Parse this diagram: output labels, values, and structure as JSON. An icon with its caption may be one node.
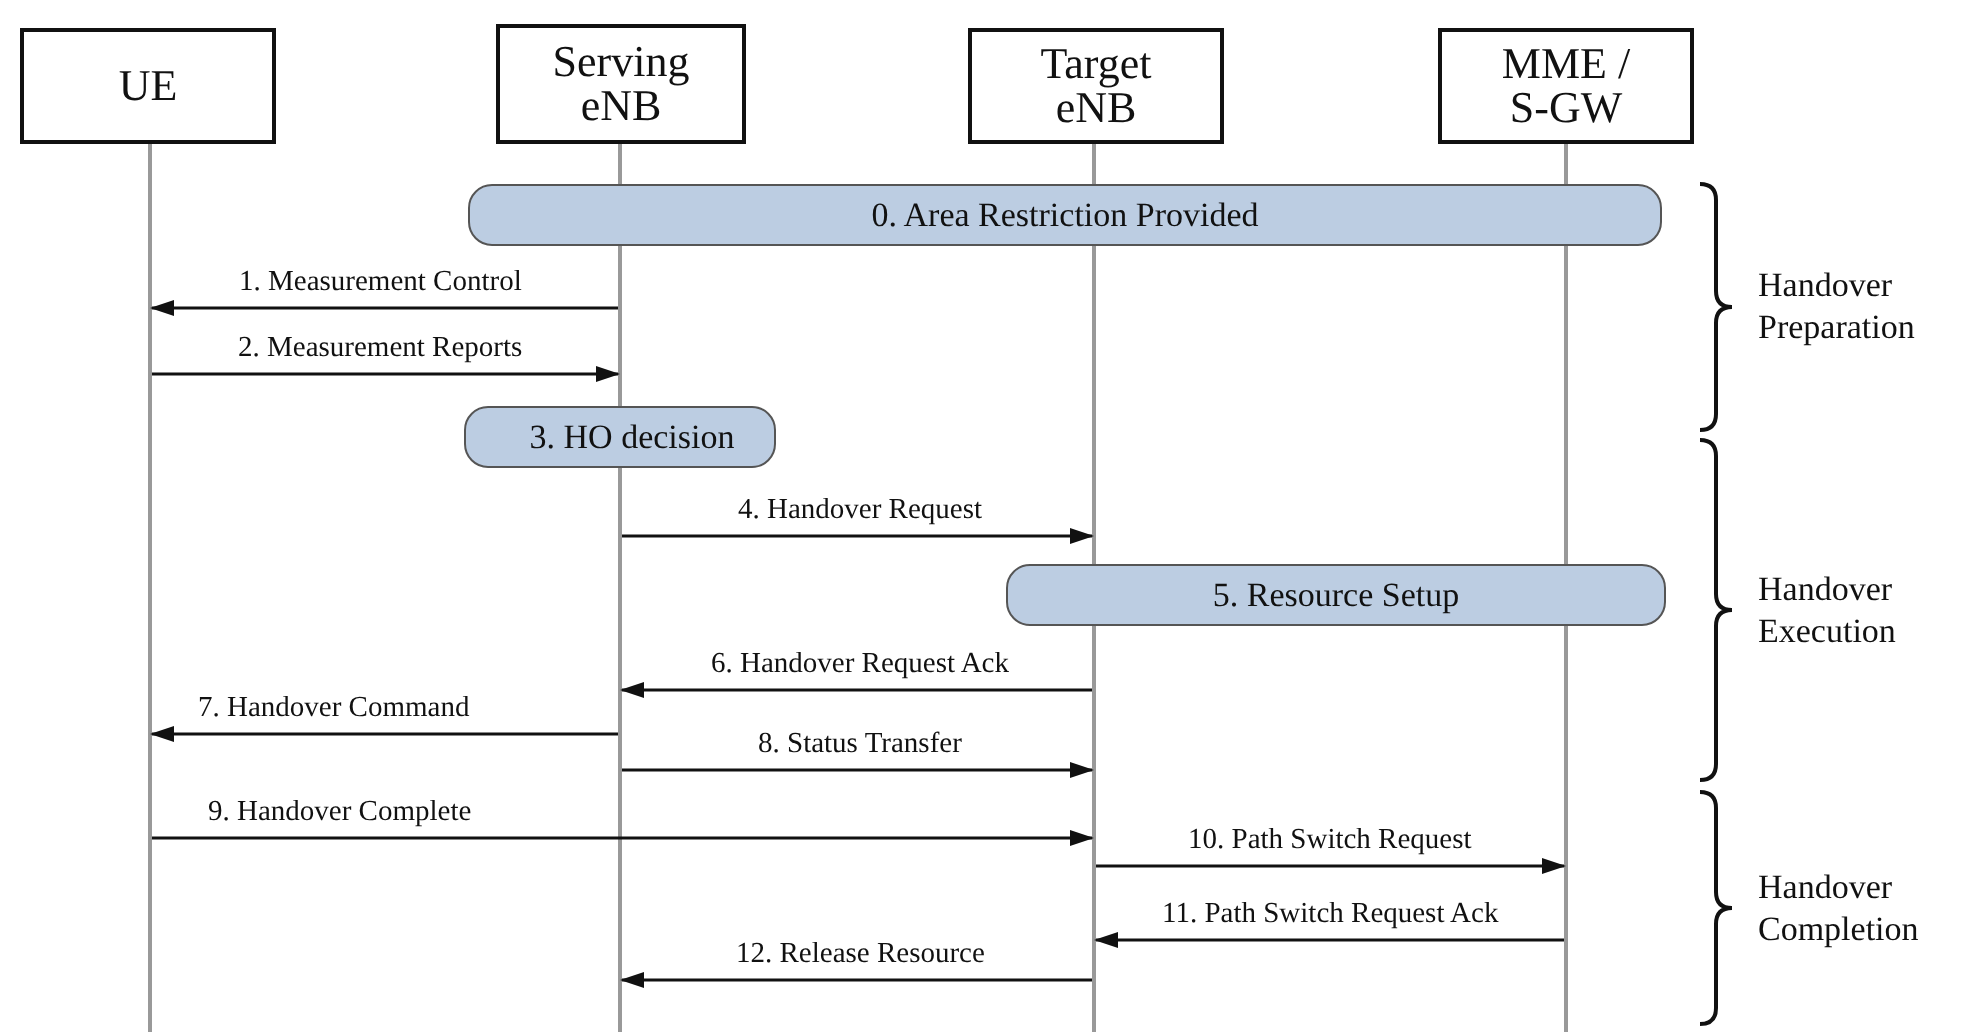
{
  "diagram": {
    "nodes": [
      {
        "text": [
          "UE"
        ]
      },
      {
        "text": [
          "Serving eNB"
        ]
      },
      {
        "text": [
          "Target eNB"
        ]
      },
      {
        "text": [
          "MME / S-GW"
        ]
      },
      {
        "text": [],
        "shape": "line"
      },
      {
        "text": [],
        "shape": "line"
      },
      {
        "text": [],
        "shape": "line"
      },
      {
        "text": [],
        "shape": "line"
      },
      {
        "text": [
          "0. Area Restriction Provided"
        ]
      },
      {
        "text": [
          "3. HO decision"
        ]
      },
      {
        "text": [
          "5. Resource Setup"
        ]
      }
    ],
    "edges": [
      {
        "from": 5,
        "to": 4,
        "arrow": "to",
        "label": "1. Measurement Control"
      },
      {
        "from": 4,
        "to": 5,
        "arrow": "to",
        "label": "2. Measurement Reports"
      },
      {
        "from": 5,
        "to": 6,
        "arrow": "to",
        "label": "4. Handover Request"
      },
      {
        "from": 6,
        "to": 5,
        "arrow": "to",
        "label": "6. Handover Request Ack"
      },
      {
        "from": 5,
        "to": 4,
        "arrow": "to",
        "label": "7. Handover Command"
      },
      {
        "from": 5,
        "to": 6,
        "arrow": "to",
        "label": "8. Status Transfer"
      },
      {
        "from": 4,
        "to": 6,
        "arrow": "to",
        "label": "9. Handover Complete"
      },
      {
        "from": 6,
        "to": 7,
        "arrow": "to",
        "label": "10. Path Switch Request"
      },
      {
        "from": 7,
        "to": 6,
        "arrow": "to",
        "label": "11. Path Switch Request Ack"
      },
      {
        "from": 6,
        "to": 5,
        "arrow": "to",
        "label": "12. Release Resource"
      }
    ],
    "labels": [
      "Handover Preparation",
      "Handover Execution",
      "Handover Completion"
    ]
  }
}
